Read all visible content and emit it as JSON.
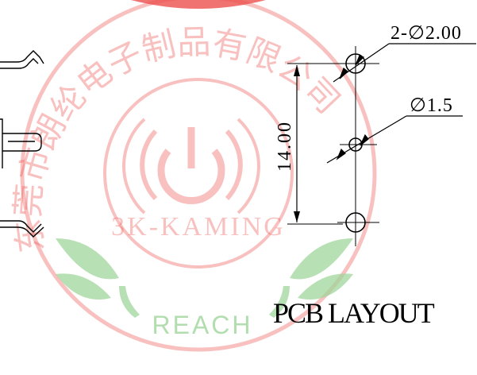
{
  "drawing": {
    "callout_large_hole": "2-∅2.00",
    "callout_small_hole": "∅1.5",
    "dimension_vertical": "14.00",
    "caption": "PCB LAYOUT"
  },
  "watermark": {
    "company_text": "东莞市朗纶电子制品有限公司",
    "brand_text": "3K-KAMING",
    "cert_text": "REACH",
    "colors": {
      "seal_red": "#e8322e",
      "leaf_green": "#8fcf8a"
    }
  }
}
